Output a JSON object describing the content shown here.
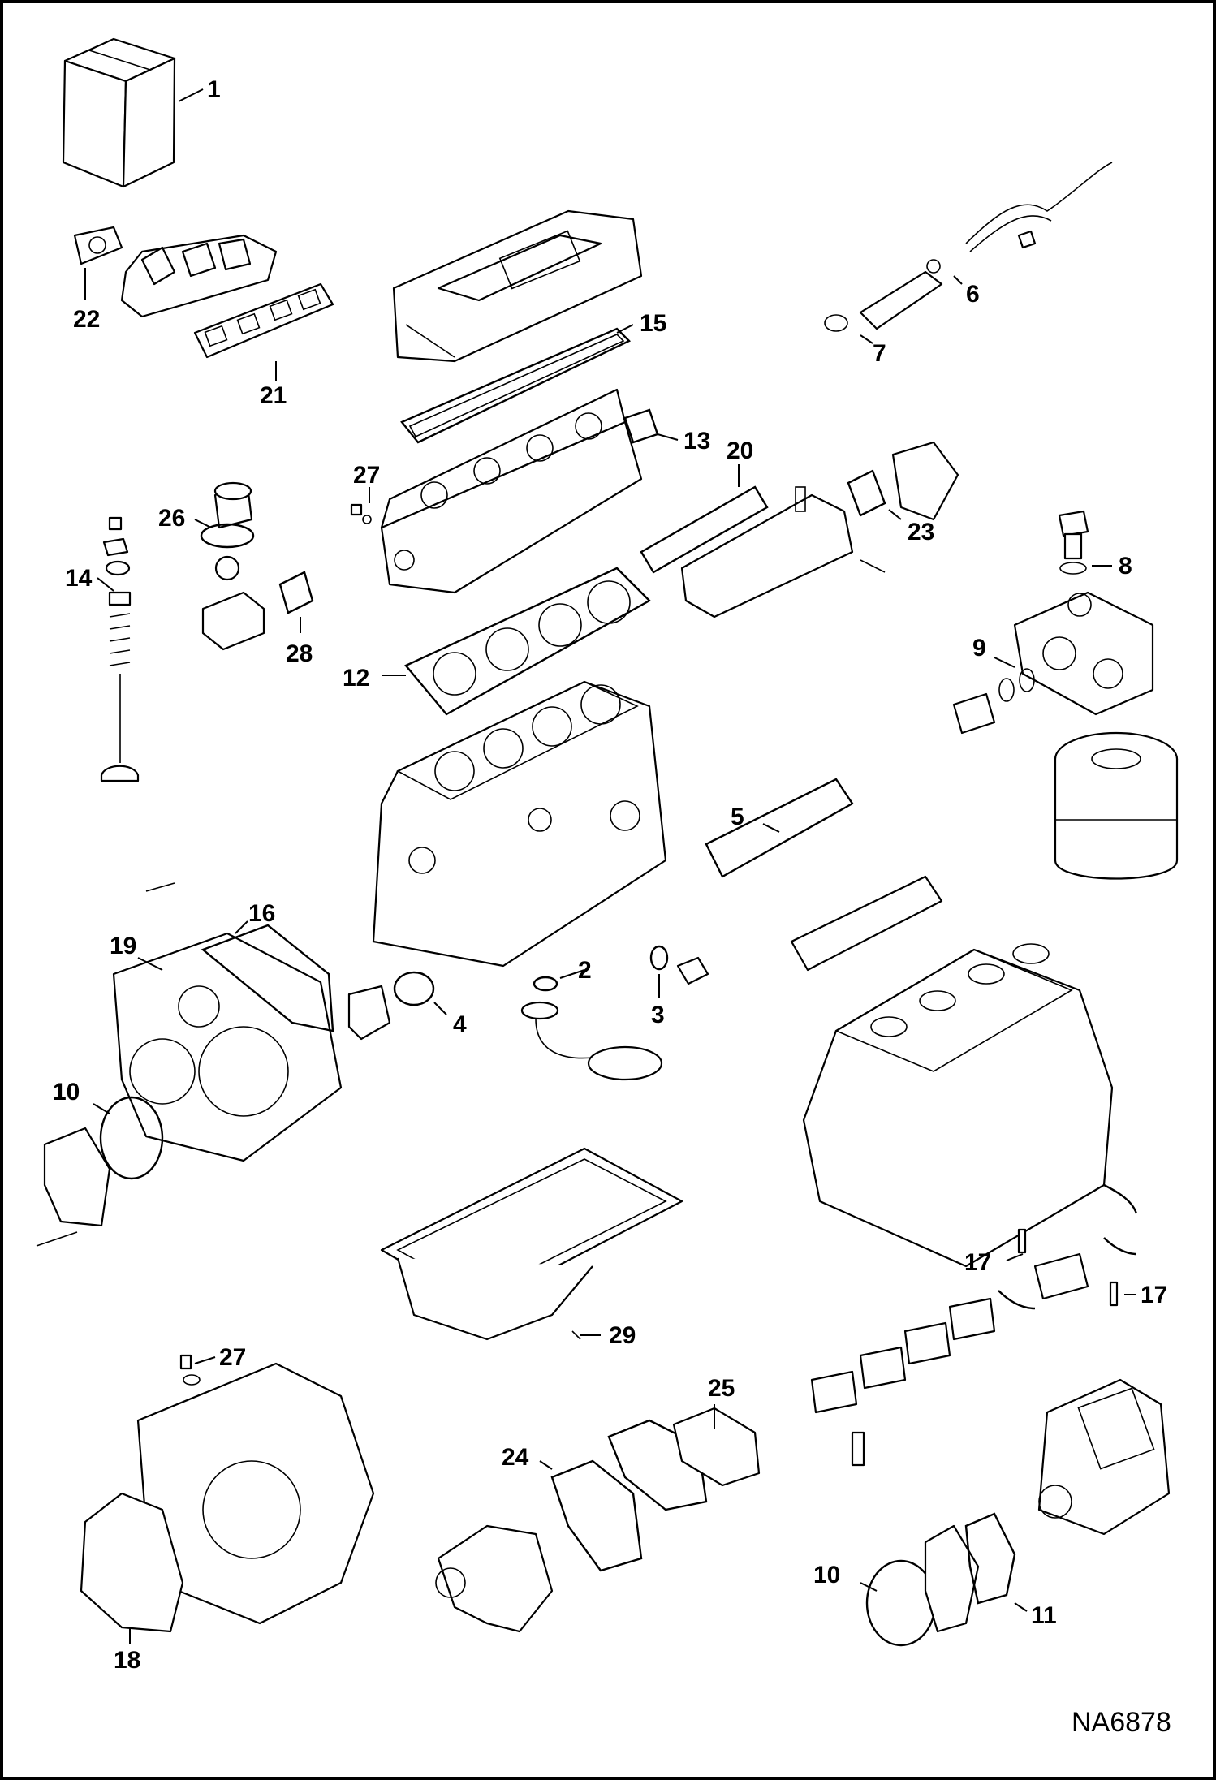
{
  "diagram": {
    "reference_code": "NA6878",
    "callouts": [
      {
        "id": "c1",
        "label": "1"
      },
      {
        "id": "c2",
        "label": "2"
      },
      {
        "id": "c3",
        "label": "3"
      },
      {
        "id": "c4",
        "label": "4"
      },
      {
        "id": "c5",
        "label": "5"
      },
      {
        "id": "c6",
        "label": "6"
      },
      {
        "id": "c7",
        "label": "7"
      },
      {
        "id": "c8",
        "label": "8"
      },
      {
        "id": "c9",
        "label": "9"
      },
      {
        "id": "c10a",
        "label": "10"
      },
      {
        "id": "c10b",
        "label": "10"
      },
      {
        "id": "c11",
        "label": "11"
      },
      {
        "id": "c12",
        "label": "12"
      },
      {
        "id": "c13",
        "label": "13"
      },
      {
        "id": "c14",
        "label": "14"
      },
      {
        "id": "c15",
        "label": "15"
      },
      {
        "id": "c16",
        "label": "16"
      },
      {
        "id": "c17a",
        "label": "17"
      },
      {
        "id": "c17b",
        "label": "17"
      },
      {
        "id": "c18",
        "label": "18"
      },
      {
        "id": "c19",
        "label": "19"
      },
      {
        "id": "c20",
        "label": "20"
      },
      {
        "id": "c21",
        "label": "21"
      },
      {
        "id": "c22",
        "label": "22"
      },
      {
        "id": "c23",
        "label": "23"
      },
      {
        "id": "c24",
        "label": "24"
      },
      {
        "id": "c25",
        "label": "25"
      },
      {
        "id": "c26",
        "label": "26"
      },
      {
        "id": "c27a",
        "label": "27"
      },
      {
        "id": "c27b",
        "label": "27"
      },
      {
        "id": "c28",
        "label": "28"
      },
      {
        "id": "c29",
        "label": "29"
      }
    ]
  }
}
